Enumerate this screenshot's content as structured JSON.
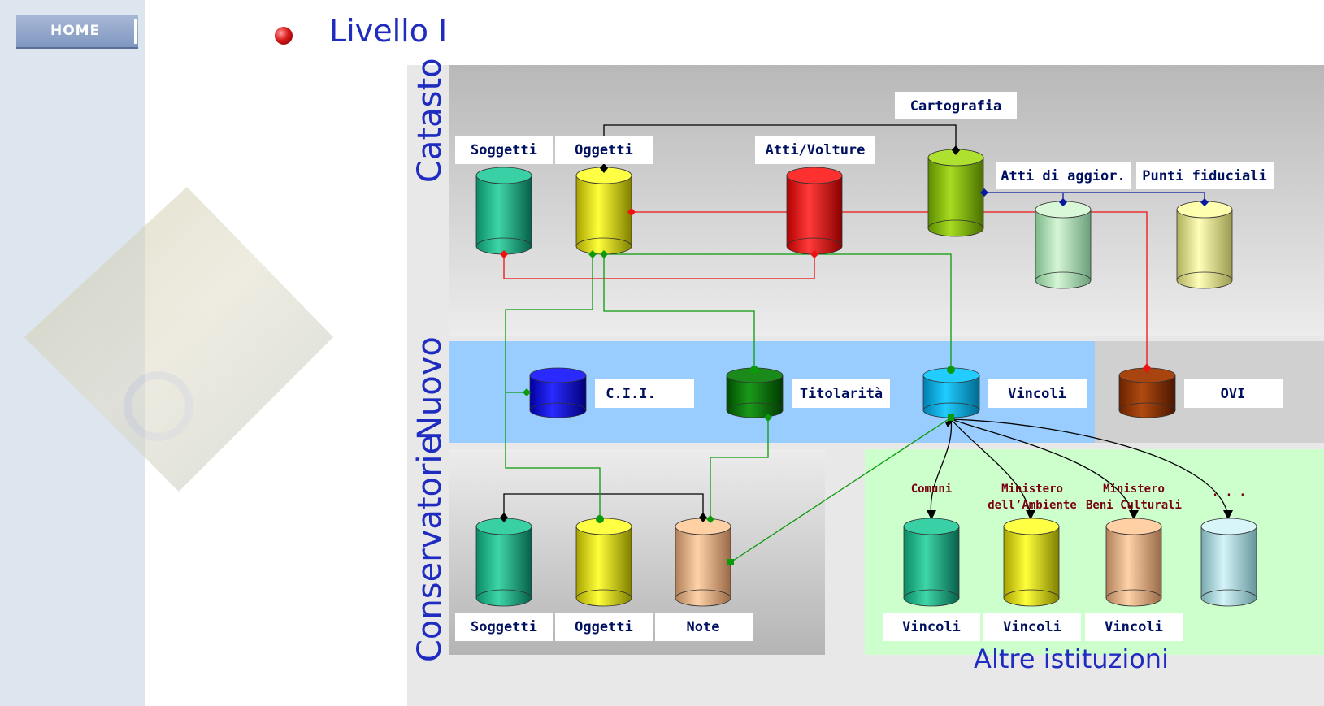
{
  "nav": {
    "home_label": "HOME"
  },
  "heading": "Livello I",
  "sections": {
    "catasto": "Catasto",
    "nuovo": "Nuovo",
    "conservatorie": "Conservatorie",
    "altre": "Altre istituzioni"
  },
  "labels": {
    "catasto_soggetti": "Soggetti",
    "catasto_oggetti": "Oggetti",
    "catasto_atti": "Atti/Volture",
    "cartografia": "Cartografia",
    "atti_aggior": "Atti di aggior.",
    "punti_fiduciali": "Punti fiduciali",
    "cii": "C.I.I.",
    "titolarita": "Titolarità",
    "vincoli_nuovo": "Vincoli",
    "ovi": "OVI",
    "cons_soggetti": "Soggetti",
    "cons_oggetti": "Oggetti",
    "cons_note": "Note",
    "comuni": "Comuni",
    "min_ambiente_1": "Ministero",
    "min_ambiente_2": "dell’Ambiente",
    "min_beni_1": "Ministero",
    "min_beni_2": "Beni Culturali",
    "ellipsis": ". . .",
    "vincoli_1": "Vincoli",
    "vincoli_2": "Vincoli",
    "vincoli_3": "Vincoli"
  },
  "colors": {
    "heading": "#1f2cc0",
    "link_red": "#ee1111",
    "link_green": "#0a9a0a",
    "link_blue": "#0a1aa0",
    "link_black": "#000000"
  }
}
